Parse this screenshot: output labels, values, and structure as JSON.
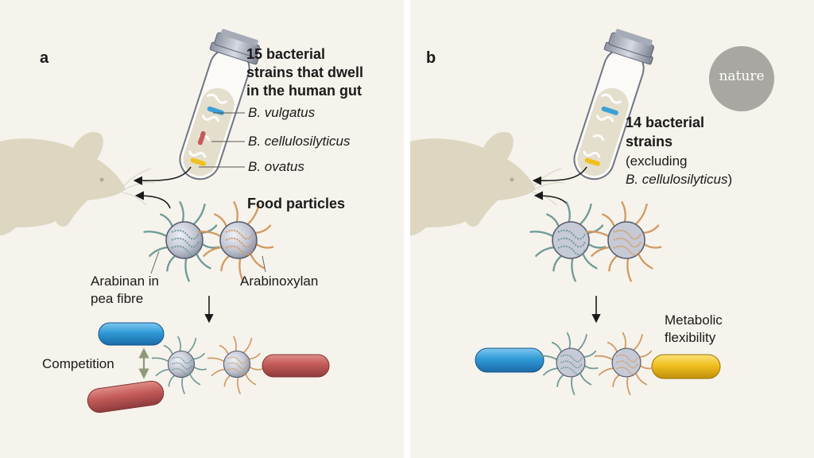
{
  "panel_a": {
    "letter": "a",
    "title_lines": [
      "15 bacterial",
      "strains that dwell",
      "in the human gut"
    ],
    "strains": [
      "B. vulgatus",
      "B. cellulosilyticus",
      "B. ovatus"
    ],
    "food_title": "Food particles",
    "fibre_labels": [
      "Arabinan in",
      "pea fibre",
      "Arabinoxylan"
    ],
    "competition": "Competition"
  },
  "panel_b": {
    "letter": "b",
    "title_lines": [
      "14 bacterial",
      "strains"
    ],
    "subtitle_lines": [
      "(excluding",
      "B. cellulosilyticus",
      ")"
    ],
    "result_lines": [
      "Metabolic",
      "flexibility"
    ]
  },
  "logo": {
    "text": "nature"
  },
  "colors": {
    "background": "#f5f3ec",
    "mouse": "#ddd6c0",
    "vulgatus_blue": "#3aa0d8",
    "cellulosilyticus_red": "#c45a5a",
    "ovatus_yellow": "#f0c020",
    "arabinan_teal": "#6f9a96",
    "arabinoxylan_orange": "#d29a62",
    "particle_grey": "#c6cad6",
    "logo_grey": "#a8a7a1"
  }
}
